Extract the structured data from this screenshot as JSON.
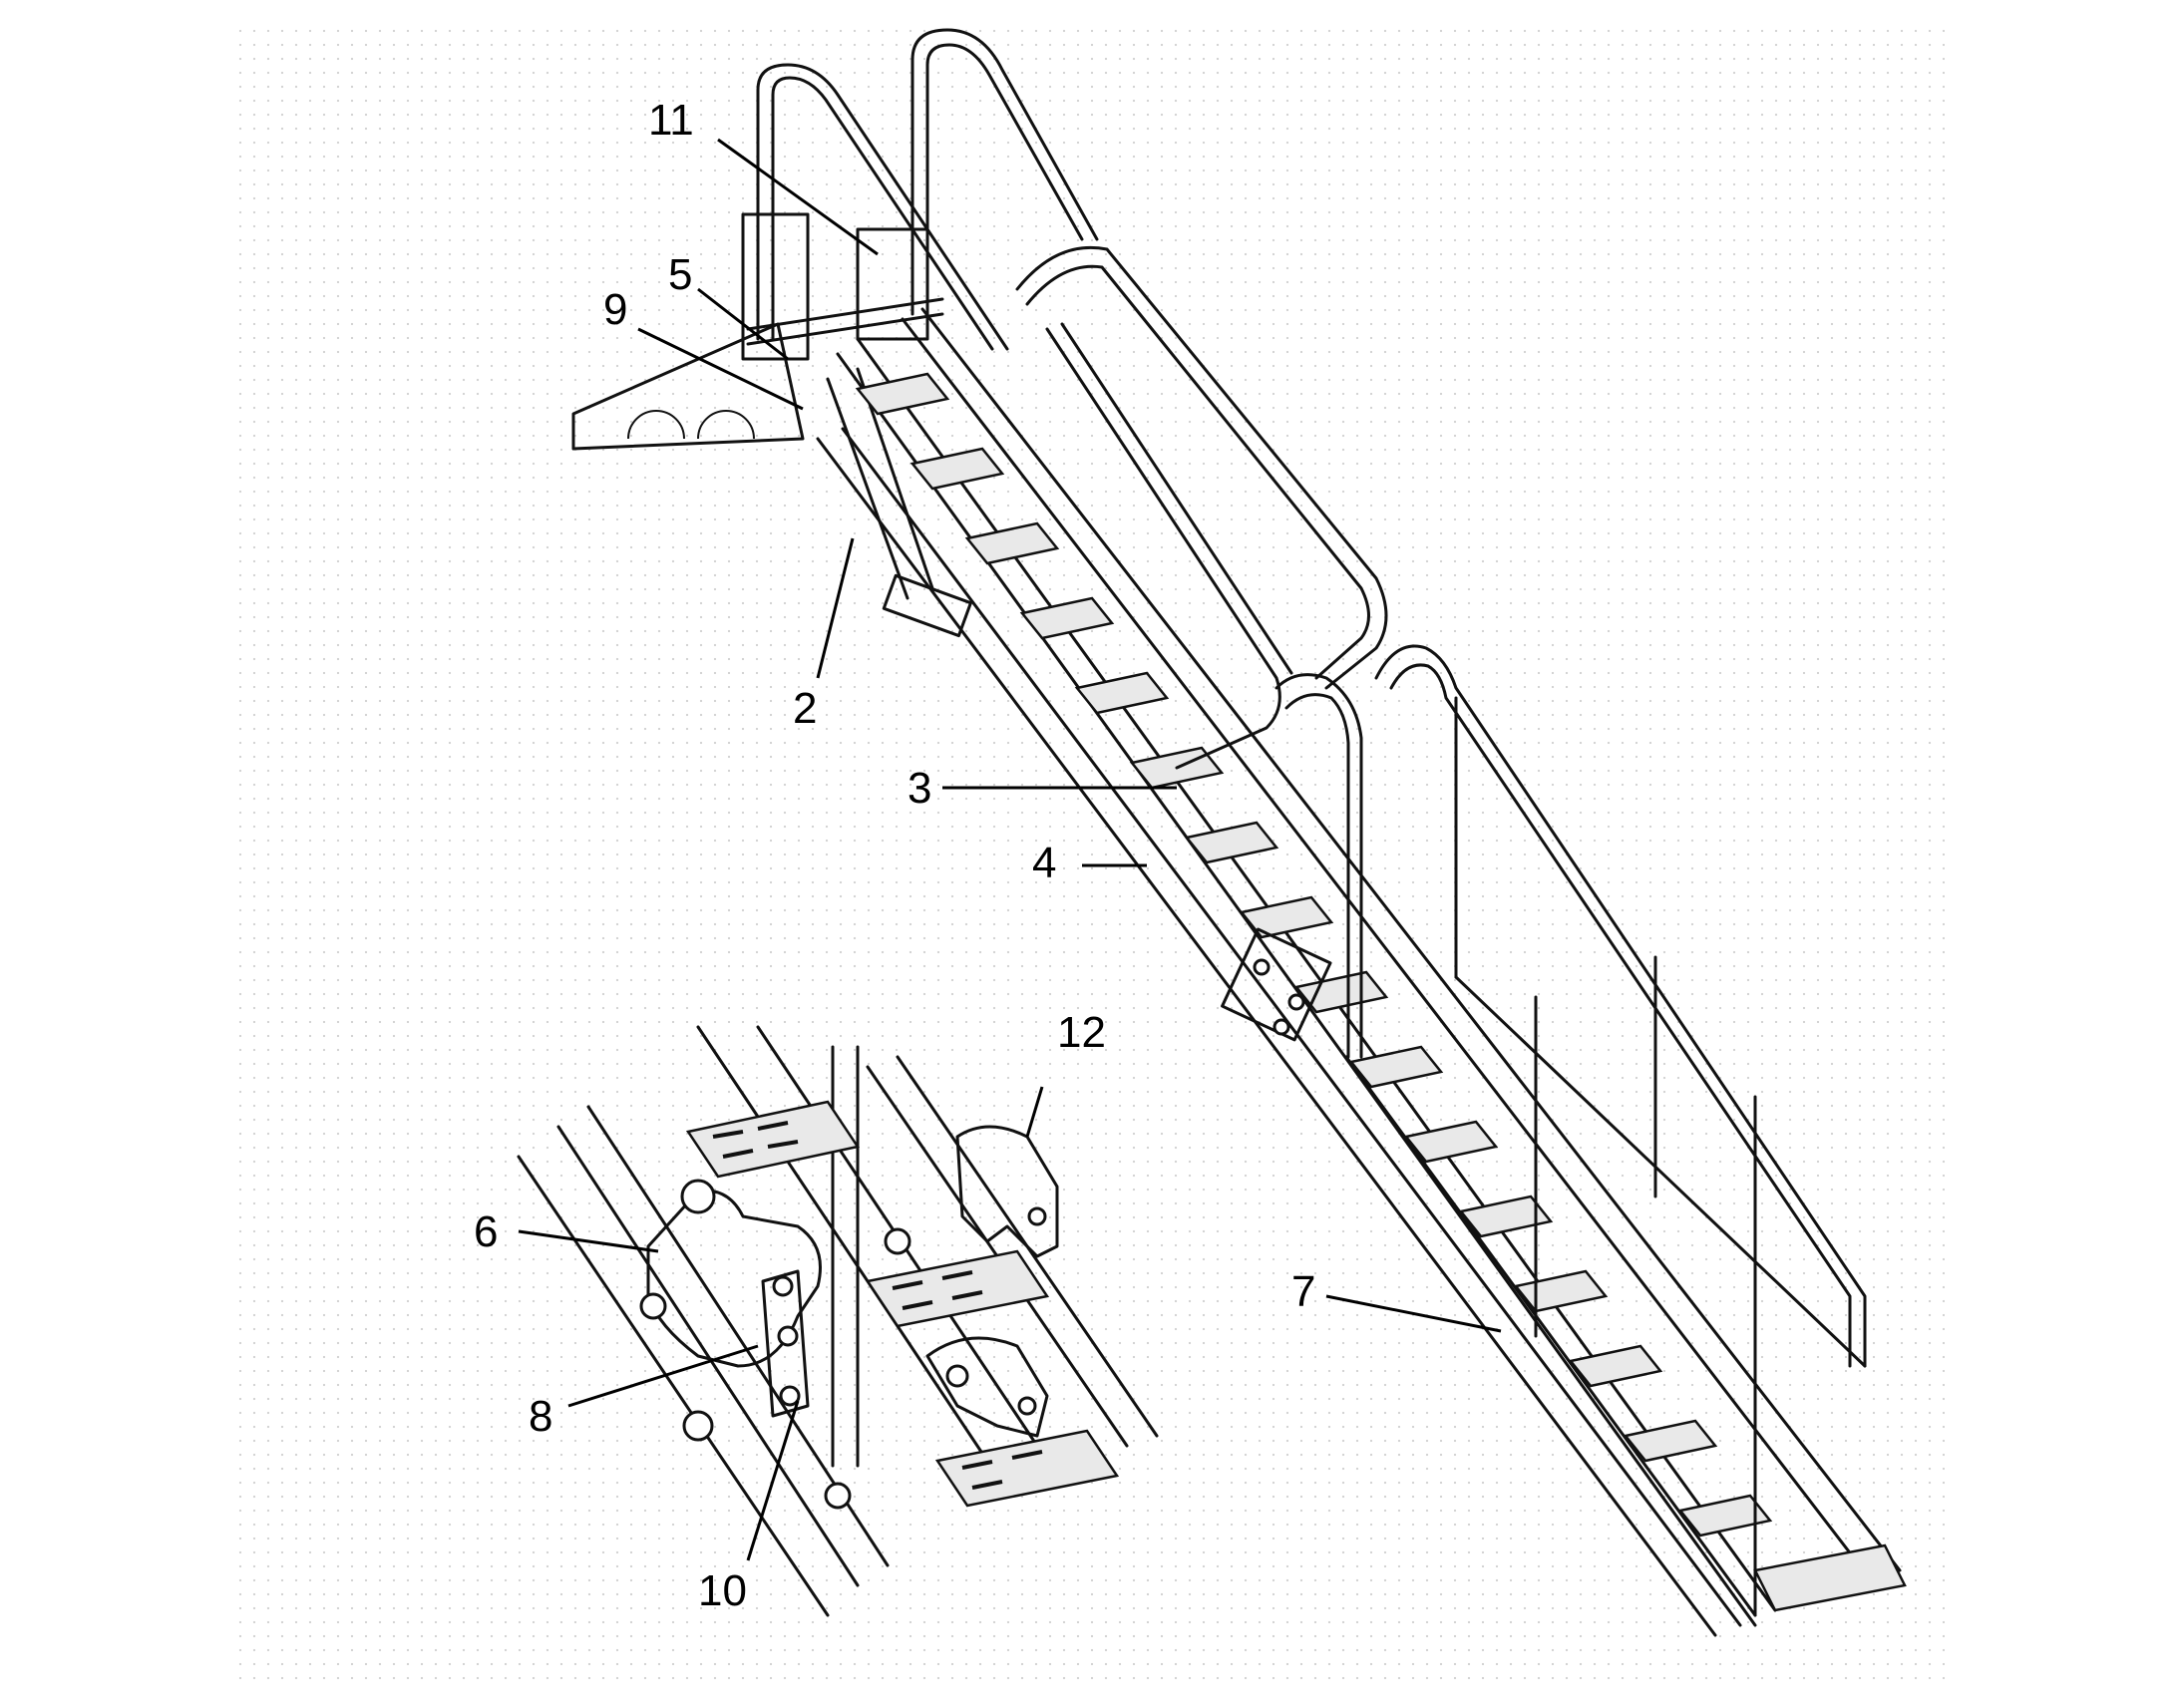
{
  "labels": {
    "l2": "2",
    "l3": "3",
    "l4": "4",
    "l5": "5",
    "l6": "6",
    "l7": "7",
    "l8": "8",
    "l9": "9",
    "l10": "10",
    "l11": "11",
    "l12": "12"
  },
  "colors": {
    "line": "#111111",
    "background": "#ffffff"
  }
}
